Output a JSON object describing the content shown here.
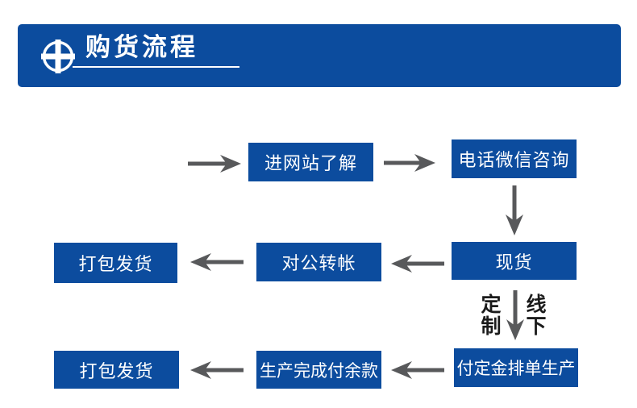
{
  "header": {
    "title": "购货流程",
    "icon": "plus-circle-icon"
  },
  "colors": {
    "brand_blue": "#0c4c9e",
    "arrow_gray": "#58595b",
    "branch_text_black": "#1b1b1b",
    "text_white": "#ffffff",
    "background": "#ffffff"
  },
  "flowchart": {
    "nodes": {
      "visit_site": "进网站了解",
      "phone_wechat": "电话微信咨询",
      "in_stock": "现货",
      "transfer": "对公转帐",
      "ship_1": "打包发货",
      "pay_deposit": "付定金排单生产",
      "pay_balance": "生产完成付余款",
      "ship_2": "打包发货"
    },
    "branch": {
      "left_label": "定制",
      "right_label": "线下"
    },
    "connections": [
      "start → 进网站了解",
      "进网站了解 → 电话微信咨询",
      "电话微信咨询 ↓ 现货",
      "现货 → 对公转帐",
      "对公转帐 → 打包发货",
      "现货 ↓(定制/线下) 付定金排单生产",
      "付定金排单生产 → 生产完成付余款",
      "生产完成付余款 → 打包发货"
    ]
  }
}
